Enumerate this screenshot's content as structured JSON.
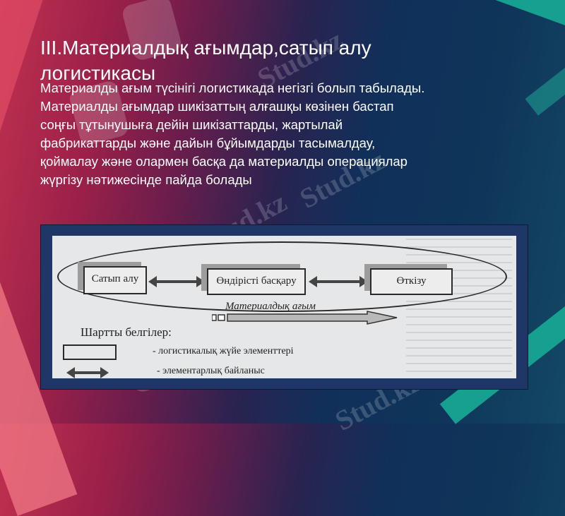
{
  "slide": {
    "title": "III.Материалдық ағымдар,сатып алу логистикасы",
    "body_lines": [
      "Материалды ағым түсінігі логистикада негізгі болып табылады.",
      "Материалды ағымдар шикізаттың алғашқы көзінен бастап",
      "соңғы тұтынушыға дейін шикізаттарды, жартылай",
      "фабрикаттарды және дайын бұйымдарды тасымалдау,",
      "қоймалау және олармен басқа да материалды операциялар",
      "жүргізу нәтижесінде пайда болады"
    ]
  },
  "diagram": {
    "elements": [
      "Сатып алу",
      "Өндірісті басқару",
      "Өткізу"
    ],
    "flow_label": "Материалдық ағым",
    "legend_title": "Шартты белгілер:",
    "legend_items": [
      {
        "symbol": "rectangle",
        "text": "- логистикалық жүйе элементтері"
      },
      {
        "symbol": "double-arrow",
        "text": "- элементарлық байланыс"
      }
    ]
  },
  "watermark": {
    "text": "Stud.kz"
  },
  "colors": {
    "frame": "#1f3766",
    "accent_teal": "#16a08f",
    "accent_red": "#c0304f"
  }
}
